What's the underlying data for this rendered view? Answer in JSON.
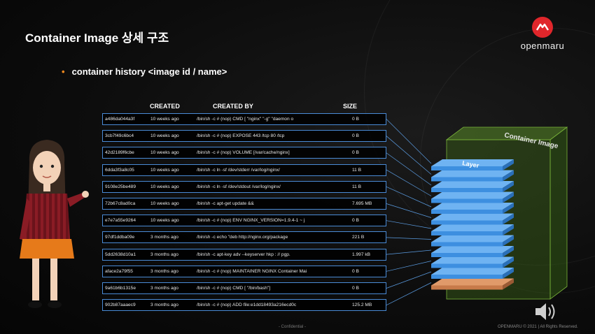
{
  "slide": {
    "title": "Container Image 상세 구조",
    "bullet": "container history <image id / name>",
    "logo_text": "openmaru",
    "footer_center": "- Confidential -",
    "footer_right": "OPENMARU © 2021 | All Rights Reserved."
  },
  "table": {
    "headers": {
      "id": "",
      "created": "CREATED",
      "created_by": "CREATED BY",
      "size": "SIZE"
    },
    "rows": [
      {
        "id": "a486da044a3f",
        "created": "10 weeks ago",
        "created_by": "/bin/sh -c # (nop) CMD [ \"nginx\" \"-g\" \"daemon o",
        "size": "0 B"
      },
      {
        "id": "3cb7f49c6bc4",
        "created": "10 weeks ago",
        "created_by": "/bin/sh -c # (nop) EXPOSE 443 /tcp 80 /tcp",
        "size": "0 B"
      },
      {
        "id": "42d2189f6cbe",
        "created": "10 weeks ago",
        "created_by": "/bin/sh -c # (nop) VOLUME [/var/cache/nginx]",
        "size": "0 B"
      },
      {
        "id": "6dda3f3a8c05",
        "created": "10 weeks ago",
        "created_by": "/bin/sh -c ln -sf /dev/stderr /var/log/nginx/",
        "size": "11 B"
      },
      {
        "id": "9108e25be489",
        "created": "10 weeks ago",
        "created_by": "/bin/sh -c ln -sf /dev/stdout /var/log/nginx/",
        "size": "11 B"
      },
      {
        "id": "72b67c8ad0ca",
        "created": "10 weeks ago",
        "created_by": "/bin/sh -c apt-get update &&",
        "size": "7.695 MB"
      },
      {
        "id": "e7e7a55e9264",
        "created": "10 weeks ago",
        "created_by": "/bin/sh -c # (nop) ENV NGINX_VERSION=1.9.4-1 ~ j",
        "size": "0 B"
      },
      {
        "id": "97df1ddba09e",
        "created": "3 months ago",
        "created_by": "/bin/sh -c echo \"deb http://nginx.org/package",
        "size": "221 B"
      },
      {
        "id": "5dd2638d10a1",
        "created": "3 months ago",
        "created_by": "/bin/sh -c apt-key adv --keyserver hkp : // pgp.",
        "size": "1.997 kB"
      },
      {
        "id": "aface2a79f55",
        "created": "3 months ago",
        "created_by": "/bin/sh -c # (nop) MAINTAINER NGINX Container Mai",
        "size": "0 B"
      },
      {
        "id": "9a61b6b1315e",
        "created": "3 months ago",
        "created_by": "/bin/sh -c # (nop) CMD [ \"/bin/bash\"]",
        "size": "0 B"
      },
      {
        "id": "902b87aaaec9",
        "created": "3 months ago",
        "created_by": "/bin/sh -c # (nop) ADD file:e1dd18493a216ecd0c",
        "size": "125.2 MB"
      }
    ]
  },
  "diagram": {
    "container_label": "Container Image",
    "layer_label": "Layer",
    "layer_color": "#3d8fe0",
    "box_color": "#4d7a22",
    "base_color": "#c77a4a"
  },
  "colors": {
    "accent": "#f28a1f",
    "row_border": "#4a8bd6",
    "logo": "#e0262b"
  }
}
